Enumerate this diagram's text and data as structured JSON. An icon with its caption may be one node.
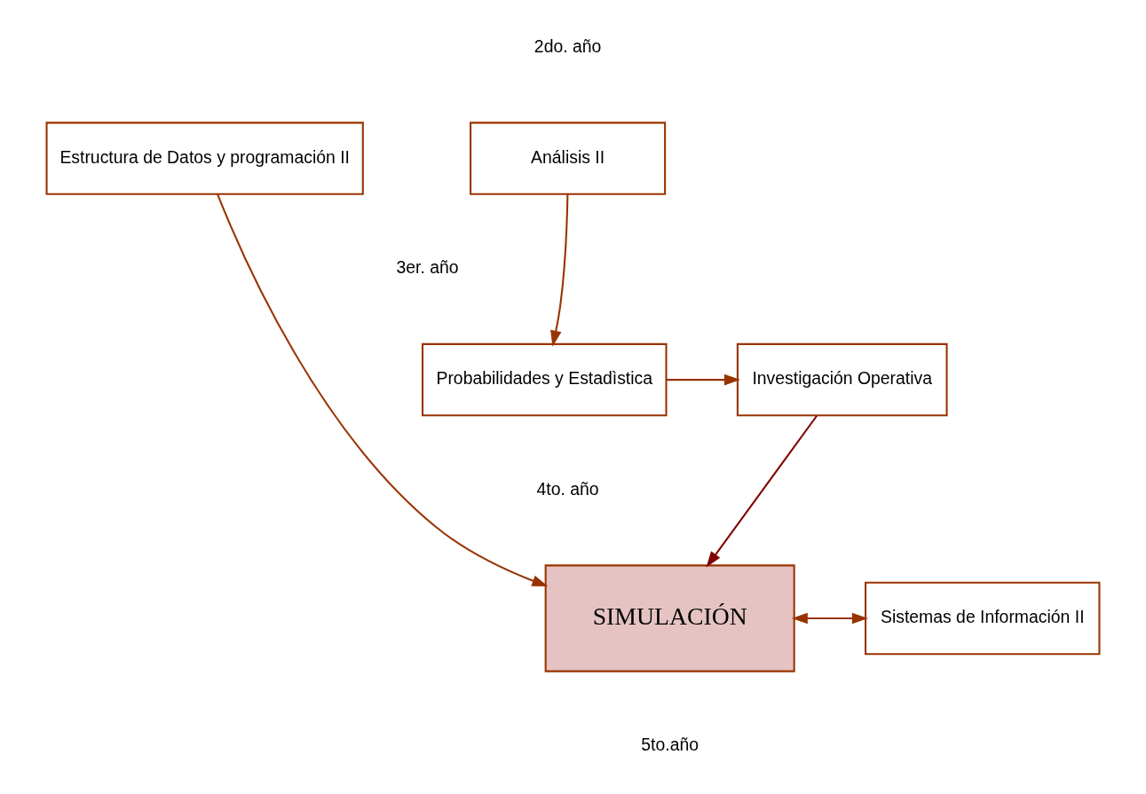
{
  "diagram": {
    "nodes": [
      {
        "text": [
          "Análisis II"
        ]
      },
      {
        "text": [
          "Estructura de Datos y programación II"
        ]
      },
      {
        "text": [
          "Probabilidades y Estadìstica"
        ]
      },
      {
        "text": [
          "Investigación Operativa"
        ]
      },
      {
        "text": [
          "SIMULACIÓN"
        ]
      },
      {
        "text": [
          "Sistemas de Información II"
        ]
      }
    ],
    "edges": [
      {
        "from": 0,
        "to": 2,
        "arrow": "to"
      },
      {
        "from": 2,
        "to": 3,
        "arrow": "to"
      },
      {
        "from": 3,
        "to": 4,
        "arrow": "to",
        "color": "#800000"
      },
      {
        "from": 1,
        "to": 4,
        "arrow": "to"
      },
      {
        "from": 4,
        "to": 5,
        "arrow": "both"
      }
    ],
    "labels": [
      "2do. año",
      "3er. año",
      "4to. año",
      "5to.año"
    ]
  }
}
